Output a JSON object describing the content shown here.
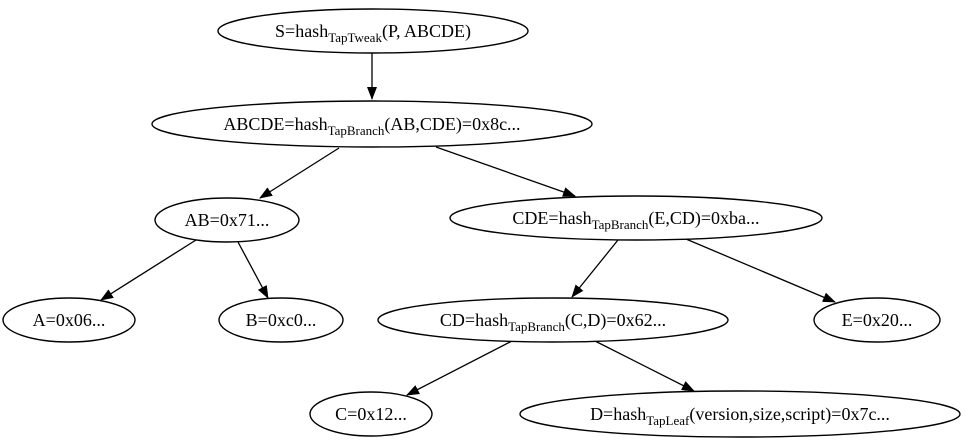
{
  "diagram": {
    "type": "tree",
    "description": "Taproot script tree hash derivation diagram",
    "colors": {
      "background": "#ffffff",
      "stroke": "#000000",
      "text": "#000000"
    },
    "nodes": {
      "S": {
        "pre": "S=hash",
        "sub": "TapTweak",
        "post": "(P, ABCDE)"
      },
      "ABCDE": {
        "pre": "ABCDE=hash",
        "sub": "TapBranch",
        "post": "(AB,CDE)=0x8c..."
      },
      "AB": {
        "label": "AB=0x71..."
      },
      "CDE": {
        "pre": "CDE=hash",
        "sub": "TapBranch",
        "post": "(E,CD)=0xba..."
      },
      "A": {
        "label": "A=0x06..."
      },
      "B": {
        "label": "B=0xc0..."
      },
      "CD": {
        "pre": "CD=hash",
        "sub": "TapBranch",
        "post": "(C,D)=0x62..."
      },
      "E": {
        "label": "E=0x20..."
      },
      "C": {
        "label": "C=0x12..."
      },
      "D": {
        "pre": "D=hash",
        "sub": "TapLeaf",
        "post": "(version,size,script)=0x7c..."
      }
    },
    "edges": [
      {
        "from": "S",
        "to": "ABCDE"
      },
      {
        "from": "ABCDE",
        "to": "AB"
      },
      {
        "from": "ABCDE",
        "to": "CDE"
      },
      {
        "from": "AB",
        "to": "A"
      },
      {
        "from": "AB",
        "to": "B"
      },
      {
        "from": "CDE",
        "to": "CD"
      },
      {
        "from": "CDE",
        "to": "E"
      },
      {
        "from": "CD",
        "to": "C"
      },
      {
        "from": "CD",
        "to": "D"
      }
    ]
  }
}
